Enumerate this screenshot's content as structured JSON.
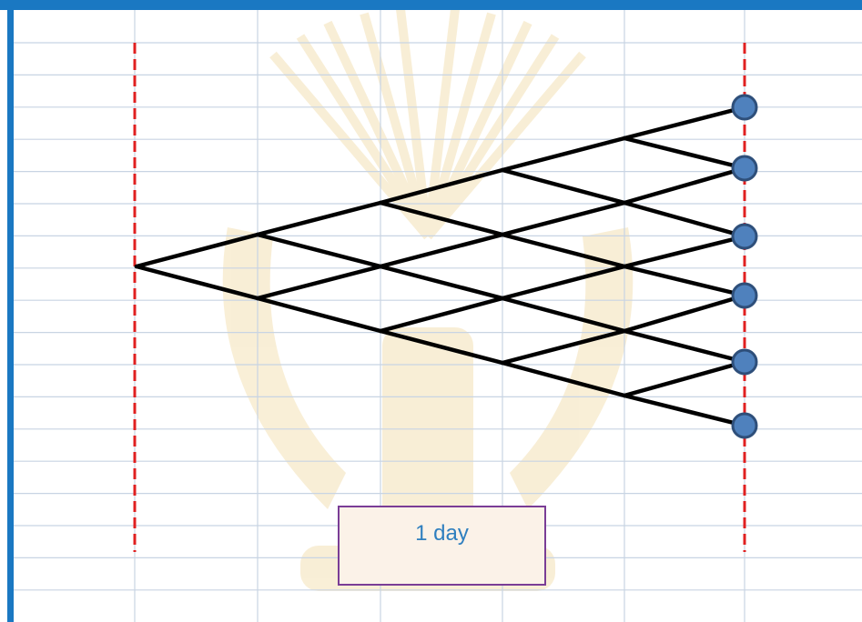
{
  "diagram": {
    "label": "1 day",
    "colors": {
      "frame_top": "#1a78c2",
      "frame_left": "#1a78c2",
      "grid": "#c8d4e3",
      "edge": "#000000",
      "dashed_line": "#e02020",
      "node_fill": "#4f81bd",
      "node_stroke": "#2e4f7a",
      "label_border": "#7a3d96",
      "label_text": "#2f7fbf",
      "watermark": "#e8c470"
    },
    "tree": {
      "type": "binomial-lattice",
      "steps": 5,
      "terminal_nodes": 6,
      "start_marker": "dashed-line",
      "end_marker": "dashed-line"
    }
  }
}
